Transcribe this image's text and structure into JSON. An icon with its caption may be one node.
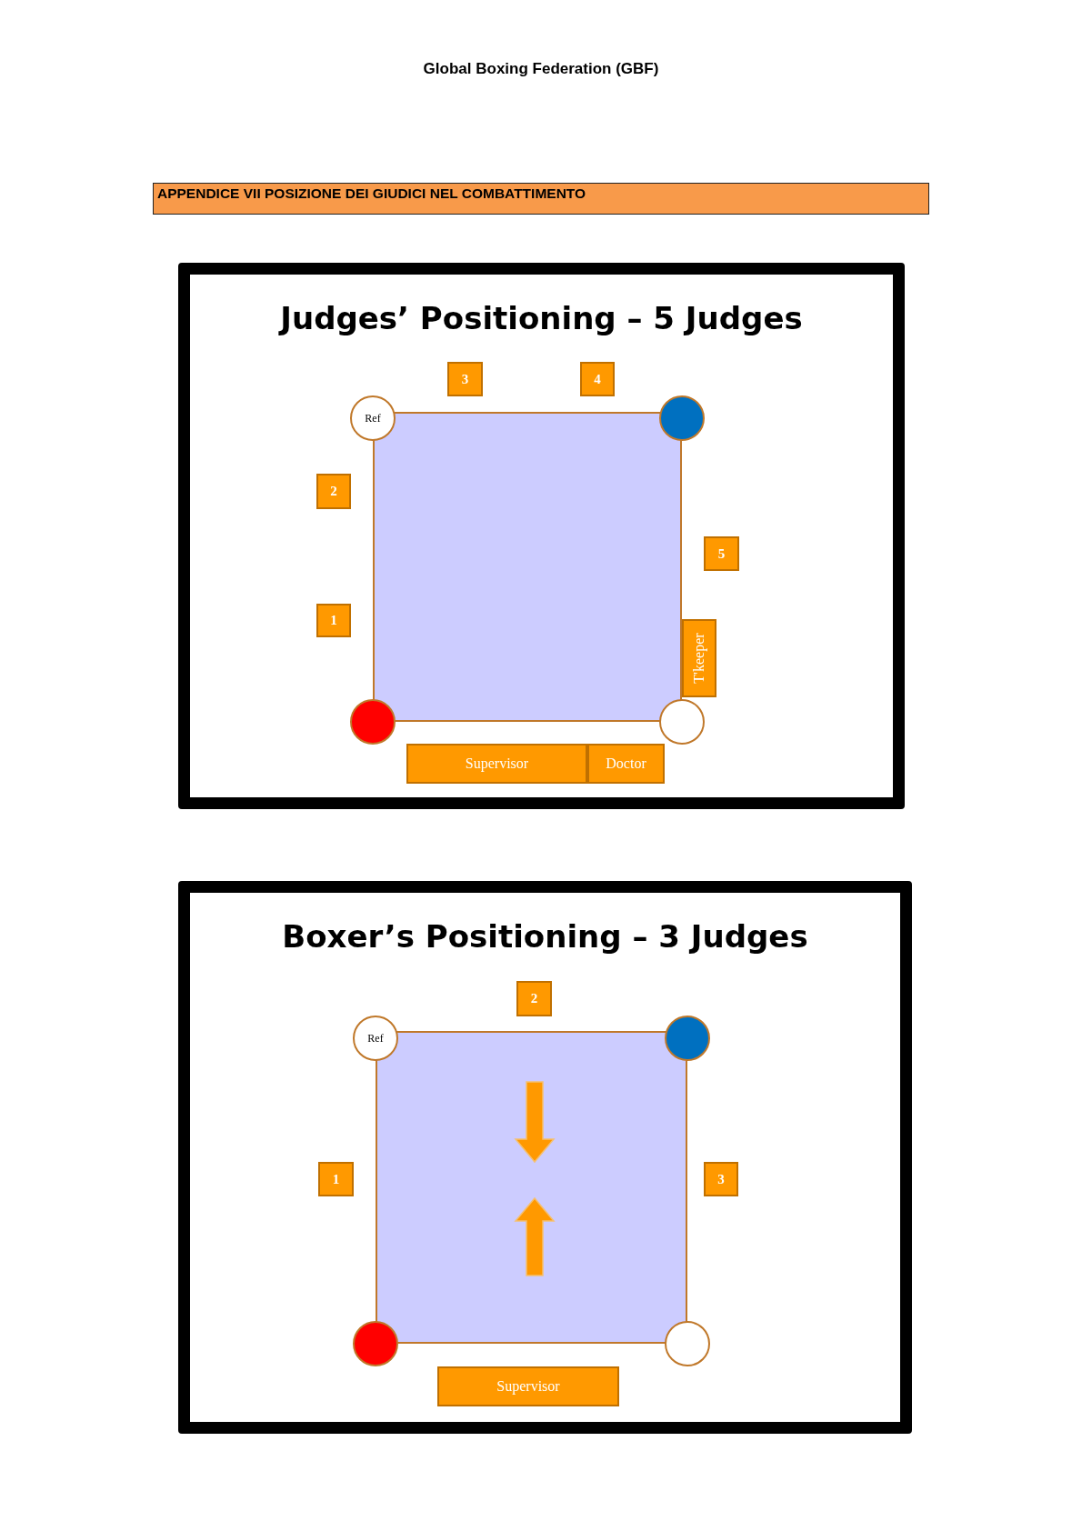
{
  "diagram": {
    "title": "Global Boxing Federation (GBF)",
    "nodes": [
      {
        "text": [
          "APPENDICE VII POSIZIONE DEI GIUDICI NEL COMBATTIMENTO"
        ]
      },
      {
        "text": [
          "Judges’ Positioning – 5 Judges"
        ]
      },
      {
        "text": [],
        "shape": "box",
        "in": 1
      },
      {
        "text": [
          "3"
        ],
        "in": 1
      },
      {
        "text": [
          "4"
        ],
        "in": 1
      },
      {
        "text": [
          "Ref"
        ],
        "in": 1
      },
      {
        "text": [],
        "shape": "circle",
        "in": 1
      },
      {
        "text": [
          "2"
        ],
        "in": 1
      },
      {
        "text": [
          "5"
        ],
        "in": 1
      },
      {
        "text": [
          "1"
        ],
        "in": 1
      },
      {
        "text": [
          "T'keeper"
        ],
        "in": 1
      },
      {
        "text": [],
        "shape": "circle",
        "in": 1
      },
      {
        "text": [],
        "shape": "circle",
        "in": 1
      },
      {
        "text": [
          "Supervisor"
        ],
        "in": 1
      },
      {
        "text": [
          "Doctor"
        ],
        "in": 1
      },
      {
        "text": [
          "Boxer’s Positioning – 3 Judges"
        ]
      },
      {
        "text": [],
        "shape": "box",
        "in": 15
      },
      {
        "text": [
          "2"
        ],
        "in": 15
      },
      {
        "text": [
          "Ref"
        ],
        "in": 15
      },
      {
        "text": [],
        "shape": "circle",
        "in": 15
      },
      {
        "text": [
          "1"
        ],
        "in": 15
      },
      {
        "text": [
          "3"
        ],
        "in": 15
      },
      {
        "text": [],
        "shape": "circle",
        "in": 15
      },
      {
        "text": [],
        "shape": "circle",
        "in": 15
      },
      {
        "text": [
          "Supervisor"
        ],
        "in": 15
      }
    ]
  }
}
